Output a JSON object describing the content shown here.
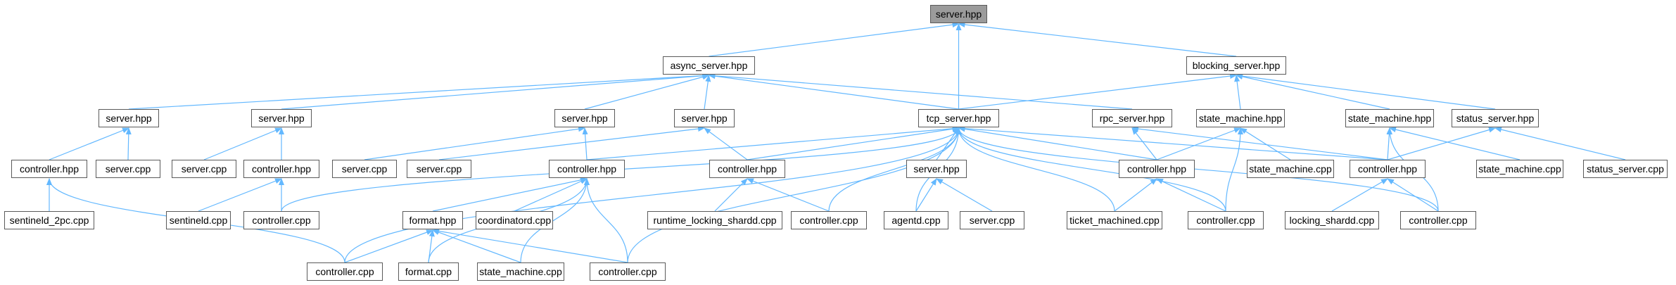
{
  "colors": {
    "edge": "#63b8ff",
    "root_fill": "#9b9b9b",
    "node_border": "#5a5a5a",
    "node_fill": "#ffffff"
  },
  "nodes": [
    {
      "id": "n1",
      "label": "server.hpp"
    },
    {
      "id": "n2",
      "label": "async_server.hpp"
    },
    {
      "id": "n3",
      "label": "tcp_server.hpp"
    },
    {
      "id": "n4",
      "label": "blocking_server.hpp"
    },
    {
      "id": "n5",
      "label": "server.hpp"
    },
    {
      "id": "n6",
      "label": "server.hpp"
    },
    {
      "id": "n7",
      "label": "server.hpp"
    },
    {
      "id": "n8",
      "label": "server.hpp"
    },
    {
      "id": "n9",
      "label": "rpc_server.hpp"
    },
    {
      "id": "n10",
      "label": "state_machine.hpp"
    },
    {
      "id": "n11",
      "label": "state_machine.hpp"
    },
    {
      "id": "n12",
      "label": "status_server.hpp"
    },
    {
      "id": "n13",
      "label": "controller.hpp"
    },
    {
      "id": "n14",
      "label": "server.cpp"
    },
    {
      "id": "n15",
      "label": "server.cpp"
    },
    {
      "id": "n16",
      "label": "controller.hpp"
    },
    {
      "id": "n17",
      "label": "server.cpp"
    },
    {
      "id": "n18",
      "label": "server.cpp"
    },
    {
      "id": "n19",
      "label": "controller.hpp"
    },
    {
      "id": "n20",
      "label": "controller.hpp"
    },
    {
      "id": "n21",
      "label": "server.hpp"
    },
    {
      "id": "n22",
      "label": "controller.hpp"
    },
    {
      "id": "n23",
      "label": "state_machine.cpp"
    },
    {
      "id": "n24",
      "label": "controller.hpp"
    },
    {
      "id": "n25",
      "label": "state_machine.cpp"
    },
    {
      "id": "n26",
      "label": "status_server.cpp"
    },
    {
      "id": "n27",
      "label": "sentineld_2pc.cpp"
    },
    {
      "id": "n28",
      "label": "sentineld.cpp"
    },
    {
      "id": "n29",
      "label": "controller.cpp"
    },
    {
      "id": "n30",
      "label": "format.hpp"
    },
    {
      "id": "n31",
      "label": "coordinatord.cpp"
    },
    {
      "id": "n32",
      "label": "runtime_locking_shardd.cpp"
    },
    {
      "id": "n33",
      "label": "controller.cpp"
    },
    {
      "id": "n34",
      "label": "agentd.cpp"
    },
    {
      "id": "n35",
      "label": "server.cpp"
    },
    {
      "id": "n36",
      "label": "ticket_machined.cpp"
    },
    {
      "id": "n37",
      "label": "controller.cpp"
    },
    {
      "id": "n38",
      "label": "locking_shardd.cpp"
    },
    {
      "id": "n39",
      "label": "controller.cpp"
    },
    {
      "id": "n40",
      "label": "controller.cpp"
    },
    {
      "id": "n41",
      "label": "format.cpp"
    },
    {
      "id": "n42",
      "label": "state_machine.cpp"
    },
    {
      "id": "n43",
      "label": "controller.cpp"
    }
  ],
  "edges": [
    [
      "n2",
      "n1"
    ],
    [
      "n3",
      "n1"
    ],
    [
      "n4",
      "n1"
    ],
    [
      "n5",
      "n2"
    ],
    [
      "n6",
      "n2"
    ],
    [
      "n7",
      "n2"
    ],
    [
      "n8",
      "n2"
    ],
    [
      "n3",
      "n2"
    ],
    [
      "n9",
      "n2"
    ],
    [
      "n3",
      "n4"
    ],
    [
      "n10",
      "n4"
    ],
    [
      "n11",
      "n4"
    ],
    [
      "n12",
      "n4"
    ],
    [
      "n13",
      "n5"
    ],
    [
      "n14",
      "n5"
    ],
    [
      "n15",
      "n6"
    ],
    [
      "n16",
      "n6"
    ],
    [
      "n17",
      "n7"
    ],
    [
      "n19",
      "n7"
    ],
    [
      "n18",
      "n8"
    ],
    [
      "n20",
      "n8"
    ],
    [
      "n24",
      "n9"
    ],
    [
      "n22",
      "n9"
    ],
    [
      "n22",
      "n10"
    ],
    [
      "n23",
      "n10"
    ],
    [
      "n37",
      "n10"
    ],
    [
      "n24",
      "n11"
    ],
    [
      "n25",
      "n11"
    ],
    [
      "n39",
      "n11"
    ],
    [
      "n24",
      "n12"
    ],
    [
      "n26",
      "n12"
    ],
    [
      "n27",
      "n13"
    ],
    [
      "n40",
      "n13"
    ],
    [
      "n28",
      "n16"
    ],
    [
      "n29",
      "n16"
    ],
    [
      "n30",
      "n19"
    ],
    [
      "n31",
      "n19"
    ],
    [
      "n42",
      "n19"
    ],
    [
      "n43",
      "n19"
    ],
    [
      "n41",
      "n19"
    ],
    [
      "n32",
      "n20"
    ],
    [
      "n33",
      "n20"
    ],
    [
      "n34",
      "n21"
    ],
    [
      "n35",
      "n21"
    ],
    [
      "n36",
      "n22"
    ],
    [
      "n37",
      "n22"
    ],
    [
      "n38",
      "n24"
    ],
    [
      "n39",
      "n24"
    ],
    [
      "n40",
      "n30"
    ],
    [
      "n41",
      "n30"
    ],
    [
      "n42",
      "n30"
    ],
    [
      "n43",
      "n30"
    ],
    [
      "n21",
      "n3"
    ],
    [
      "n22",
      "n3"
    ],
    [
      "n20",
      "n3"
    ],
    [
      "n19",
      "n3"
    ],
    [
      "n24",
      "n3"
    ],
    [
      "n29",
      "n3"
    ],
    [
      "n33",
      "n3"
    ],
    [
      "n34",
      "n3"
    ],
    [
      "n36",
      "n3"
    ],
    [
      "n37",
      "n3"
    ],
    [
      "n39",
      "n3"
    ],
    [
      "n40",
      "n3"
    ],
    [
      "n43",
      "n3"
    ]
  ]
}
